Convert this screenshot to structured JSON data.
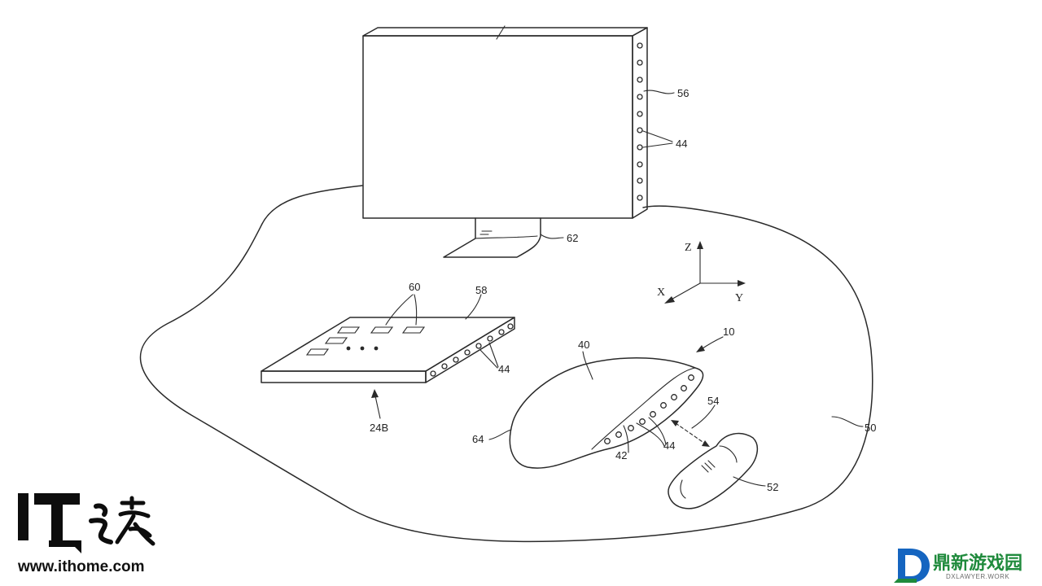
{
  "labels": {
    "ref_56": "56",
    "ref_44_display": "44",
    "ref_62": "62",
    "ref_60": "60",
    "ref_58": "58",
    "ref_44_keyboard": "44",
    "ref_24b": "24B",
    "axis_z": "Z",
    "axis_x": "X",
    "axis_y": "Y",
    "ref_10": "10",
    "ref_40": "40",
    "ref_54": "54",
    "ref_64": "64",
    "ref_42": "42",
    "ref_44_device": "44",
    "ref_52": "52",
    "ref_50": "50"
  },
  "watermarks": {
    "ithome_logo": "IT之家",
    "ithome_url": "www.ithome.com",
    "dx_logo_name": "鼎新游戏园",
    "dx_logo_url": "DXLAWYER.WORK"
  },
  "colors": {
    "line": "#2a2a2a",
    "dx_brand_green": "#1f8a3c",
    "dx_brand_blue": "#1565c0"
  }
}
